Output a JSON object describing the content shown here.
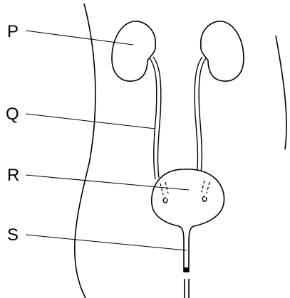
{
  "labels": {
    "p": "P",
    "q": "Q",
    "r": "R",
    "s": "S"
  },
  "colors": {
    "line": "#000000",
    "fill": "#ffffff"
  }
}
